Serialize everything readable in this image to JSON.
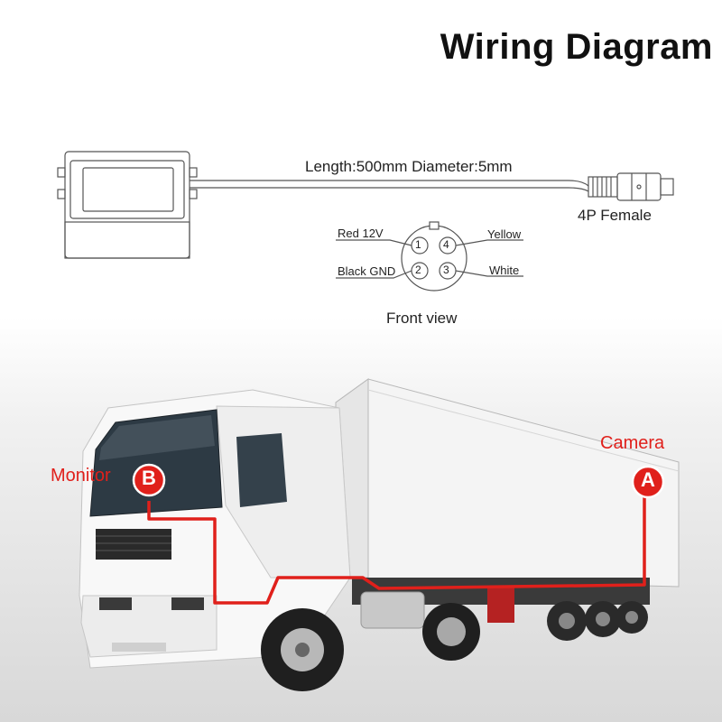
{
  "title": "Wiring Diagram",
  "cable": {
    "spec": "Length:500mm Diameter:5mm"
  },
  "connector": {
    "label": "4P Female"
  },
  "pinout": {
    "view_label": "Front view",
    "pins": [
      {
        "number": "1",
        "label": "Red 12V"
      },
      {
        "number": "2",
        "label": "Black GND"
      },
      {
        "number": "3",
        "label": "White"
      },
      {
        "number": "4",
        "label": "Yellow"
      }
    ]
  },
  "markers": {
    "monitor": {
      "letter": "B",
      "label": "Monitor"
    },
    "camera": {
      "letter": "A",
      "label": "Camera"
    }
  },
  "colors": {
    "accent": "#e0201b",
    "line": "#555555"
  }
}
